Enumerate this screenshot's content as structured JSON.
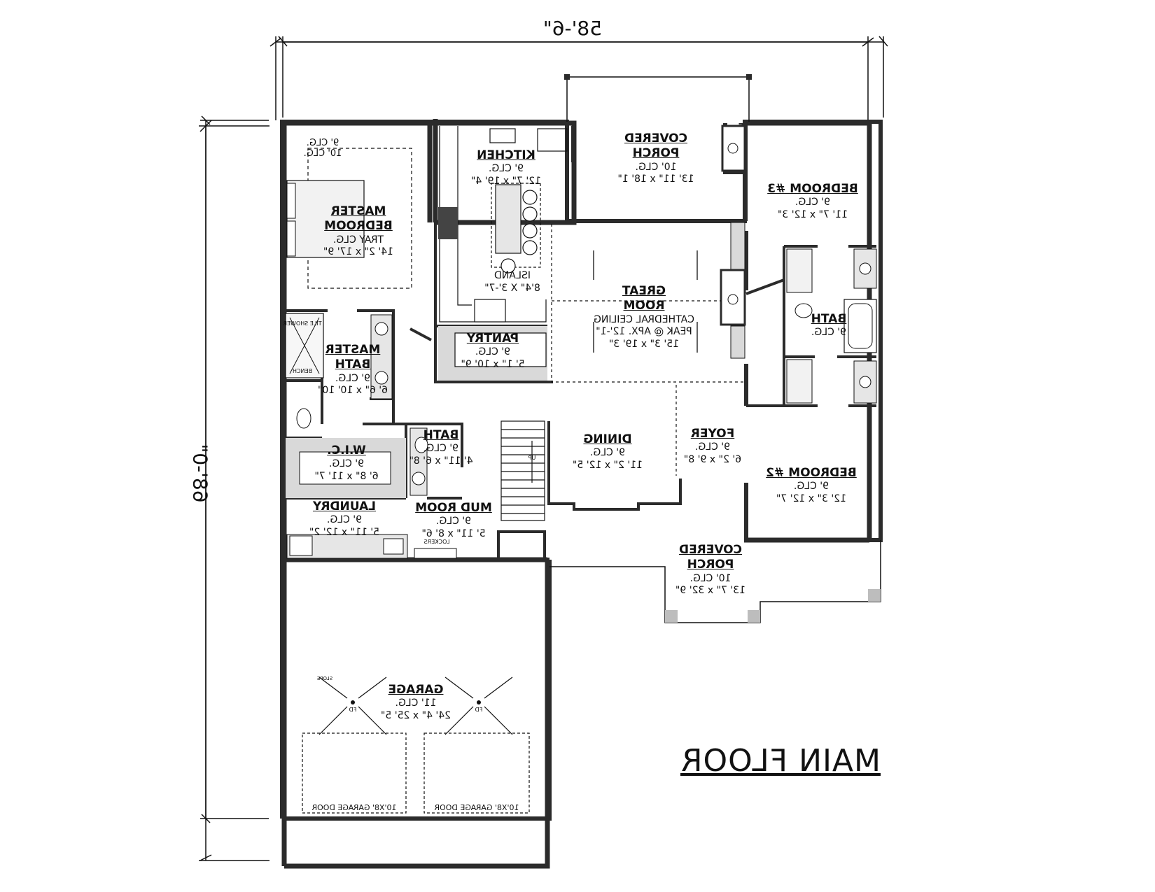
{
  "plan": {
    "title": "MAIN FLOOR",
    "width": "58'-6\"",
    "depth": "68'-0\""
  },
  "rooms": [
    {
      "key": "master_bedroom",
      "lines": [
        "MASTER",
        "BEDROOM",
        "TRAY CLG.",
        "14' 2\" x 17' 9\""
      ],
      "named": 2
    },
    {
      "key": "kitchen",
      "lines": [
        "KITCHEN",
        "9' CLG.",
        "12' 7\" x 19' 4\""
      ],
      "named": 1
    },
    {
      "key": "covered_porch_rear",
      "lines": [
        "COVERED",
        "PORCH",
        "10' CLG.",
        "13' 11\" x 18' 1\""
      ],
      "named": 2
    },
    {
      "key": "bedroom_3",
      "lines": [
        "BEDROOM #3",
        "9' CLG.",
        "11' 7\" x 12' 3\""
      ],
      "named": 1
    },
    {
      "key": "great_room",
      "lines": [
        "GREAT",
        "ROOM",
        "CATHEDRAL CEILING",
        "PEAK @ APX. 12'-1\"",
        "15' 3\" x 19' 3\""
      ],
      "named": 2
    },
    {
      "key": "pantry",
      "lines": [
        "PANTRY",
        "9' CLG.",
        "5' 1\" x 10' 9\""
      ],
      "named": 1
    },
    {
      "key": "master_bath",
      "lines": [
        "MASTER",
        "BATH",
        "9' CLG.",
        "6' 6\" x 10' 10\""
      ],
      "named": 2
    },
    {
      "key": "bath_2",
      "lines": [
        "BATH",
        "9' CLG."
      ],
      "named": 1
    },
    {
      "key": "bath_small",
      "lines": [
        "BATH",
        "9' CLG.",
        "4' 11\" x 6' 8\""
      ],
      "named": 1
    },
    {
      "key": "dining",
      "lines": [
        "DINING",
        "9' CLG.",
        "11' 2\" x 12' 5\""
      ],
      "named": 1
    },
    {
      "key": "foyer",
      "lines": [
        "FOYER",
        "9' CLG.",
        "6' 2\" x 9' 8\""
      ],
      "named": 1
    },
    {
      "key": "bedroom_2",
      "lines": [
        "BEDROOM #2",
        "9' CLG.",
        "12' 3\" x 12' 7\""
      ],
      "named": 1
    },
    {
      "key": "wic",
      "lines": [
        "W.I.C.",
        "9' CLG.",
        "6' 8\" x 11' 7\""
      ],
      "named": 1
    },
    {
      "key": "laundry",
      "lines": [
        "LAUNDRY",
        "9' CLG.",
        "5' 11\" x 12' 2\""
      ],
      "named": 1
    },
    {
      "key": "mud_room",
      "lines": [
        "MUD ROOM",
        "9' CLG.",
        "5' 11\" x 8' 6\""
      ],
      "named": 1
    },
    {
      "key": "covered_porch_front",
      "lines": [
        "COVERED",
        "PORCH",
        "10' CLG.",
        "13' 7\" x 32' 9\""
      ],
      "named": 2
    },
    {
      "key": "garage",
      "lines": [
        "GARAGE",
        "11' CLG.",
        "24' 4\" x 25' 5\""
      ],
      "named": 1
    }
  ],
  "notes": {
    "master_clg_a": "9' CLG.",
    "master_clg_b": "10' CLG.",
    "island": "ISLAND",
    "island_size": "8'4\" X 3'-7\"",
    "tile_shower": "TILE SHOWER",
    "bench": "BENCH",
    "lockers": "LOCKERS",
    "up": "UP",
    "slope": "SLOPE",
    "fd": "FD",
    "garage_door": "10'X8' GARAGE DOOR"
  },
  "colors": {
    "wall": "#2b2b2b",
    "fill": "#d9d9d9",
    "line": "#111111"
  }
}
